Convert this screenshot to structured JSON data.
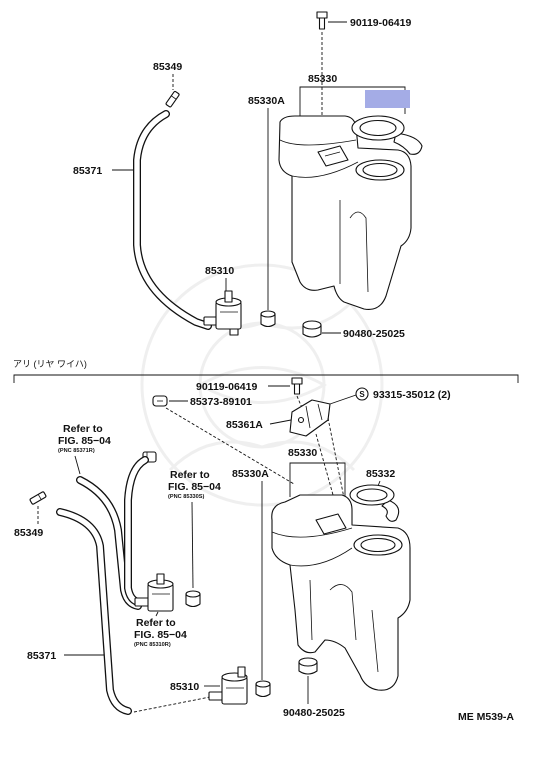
{
  "colors": {
    "ink": "#111111",
    "highlight": "#a4ace6",
    "background": "#ffffff",
    "watermark": "#ececec"
  },
  "top_assembly": {
    "bolt": "90119-06419",
    "nozzle": "85349",
    "tank": "85330",
    "tank_sub": "85330A",
    "hose": "85371",
    "pump": "85310",
    "grommet": "90480-25025"
  },
  "divider": {
    "label": "アリ (リヤ ワイハ)"
  },
  "bottom_assembly": {
    "bolt": "90119-06419",
    "clip": "85373-89101",
    "screw_symbol": "S",
    "screw": "93315-35012 (2)",
    "bracket": "85361A",
    "tank": "85330",
    "tank_sub": "85330A",
    "cap": "85332",
    "nozzle": "85349",
    "hose": "85371",
    "pump": "85310",
    "grommet": "90480-25025",
    "refs": [
      {
        "line1": "Refer to",
        "line2": "FIG. 85−04",
        "line3": "(PNC 85371R)"
      },
      {
        "line1": "Refer to",
        "line2": "FIG. 85−04",
        "line3": "(PNC 85330S)"
      },
      {
        "line1": "Refer to",
        "line2": "FIG. 85−04",
        "line3": "(PNC 85310R)"
      }
    ]
  },
  "footer": {
    "code": "ME M539-A"
  }
}
